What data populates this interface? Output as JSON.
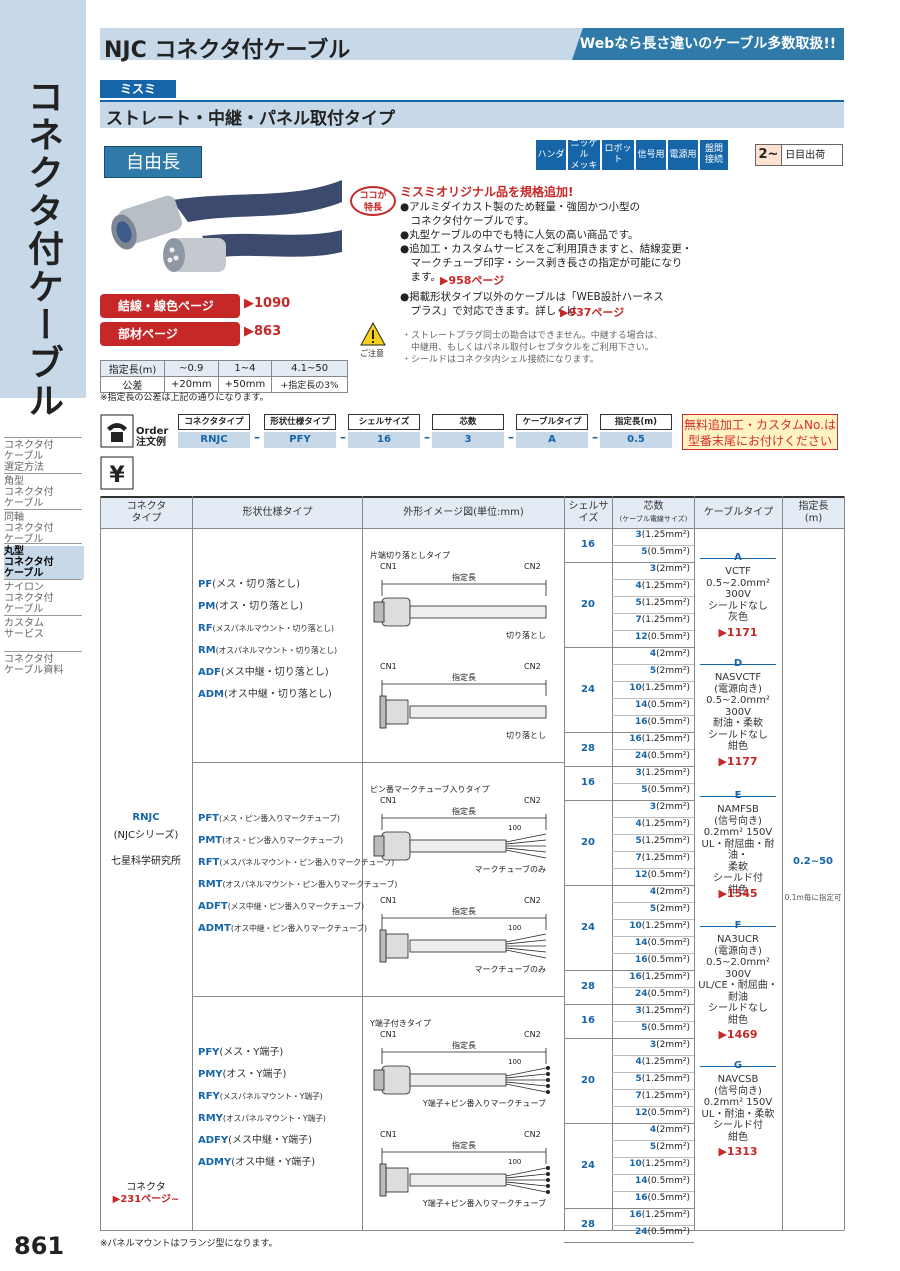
{
  "side": {
    "title": "コネクタ付ケーブル",
    "nav": [
      {
        "label": "コネクタ付\nケーブル\n選定方法",
        "active": false
      },
      {
        "label": "角型\nコネクタ付\nケーブル",
        "active": false
      },
      {
        "label": "同軸\nコネクタ付\nケーブル",
        "active": false
      },
      {
        "label": "丸型\nコネクタ付\nケーブル",
        "active": true
      },
      {
        "label": "ナイロン\nコネクタ付\nケーブル",
        "active": false
      },
      {
        "label": "カスタム\nサービス",
        "active": false
      },
      {
        "label": "コネクタ付\nケーブル資料",
        "active": false
      }
    ],
    "page_number": "861"
  },
  "header": {
    "title": "NJC コネクタ付ケーブル",
    "banner": "Webなら長さ違いのケーブル多数取扱!!",
    "brand": "ミスミ",
    "subtitle": "ストレート・中継・パネル取付タイプ"
  },
  "product": {
    "badge": "自由長",
    "wire_color_label": "結線・線色ページ",
    "wire_color_page": "1090",
    "parts_label": "部材ページ",
    "parts_page": "863"
  },
  "tags": [
    "ハンダ",
    "ニッケル\nメッキ",
    "ロボット",
    "信号用",
    "電源用",
    "盤間\n接続"
  ],
  "shipping": {
    "days": "2~",
    "label": "日目出荷"
  },
  "feature": {
    "badge": "ココが\n特長",
    "heading": "ミスミオリジナル品を規格追加!",
    "lines": [
      "●アルミダイカスト製のため軽量・強固かつ小型の\n　コネクタ付ケーブルです。",
      "●丸型ケーブルの中でも特に人気の高い商品です。",
      "●追加工・カスタムサービスをご利用頂きますと、結線変更・\n　マークチューブ印字・シース剥き長さの指定が可能になり\n　ます。",
      "●掲載形状タイプ以外のケーブルは「WEB設計ハーネス\n　プラス」で対応できます。詳しくは"
    ],
    "ref1": "958ページ",
    "ref2": "937ページ"
  },
  "caution": {
    "label": "ご注意",
    "lines": "・ストレートプラグ同士の勘合はできません。中継する場合は、\n　中継用、もしくはパネル取付レセプタクルをご利用下さい。\n・シールドはコネクタ内シェル接続になります。"
  },
  "tolerance": {
    "headers": [
      "指定長(m)",
      "~0.9",
      "1~4",
      "4.1~50"
    ],
    "row": [
      "公差",
      "+20mm",
      "+50mm",
      "+指定長の3%"
    ],
    "note": "※指定長の公差は上記の通りになります。"
  },
  "order": {
    "label": "Order\n注文例",
    "fields": [
      {
        "header": "コネクタタイプ",
        "value": "RNJC"
      },
      {
        "header": "形状仕様タイプ",
        "value": "PFY"
      },
      {
        "header": "シェルサイズ",
        "value": "16"
      },
      {
        "header": "芯数",
        "value": "3"
      },
      {
        "header": "ケーブルタイプ",
        "value": "A"
      },
      {
        "header": "指定長(m)",
        "value": "0.5"
      }
    ],
    "note": "無料追加工・カスタムNo.は\n型番末尾にお付けください"
  },
  "table": {
    "headers": [
      "コネクタ\nタイプ",
      "形状仕様タイプ",
      "外形イメージ図(単位:mm)",
      "シェルサイズ",
      "芯数",
      "(ケーブル電線サイズ)",
      "ケーブルタイプ",
      "指定長\n(m)"
    ],
    "connector": {
      "code": "RNJC",
      "series": "(NJCシリーズ)",
      "maker": "七星科学研究所",
      "link_label": "コネクタ",
      "link_page": "231ページ~"
    },
    "groups": [
      {
        "fig_title": "片端切り落としタイプ",
        "types": [
          {
            "code": "PF",
            "desc": "(メス・切り落とし)"
          },
          {
            "code": "PM",
            "desc": "(オス・切り落とし)"
          },
          {
            "code": "RF",
            "desc": "(メスパネルマウント・切り落とし)"
          },
          {
            "code": "RM",
            "desc": "(オスパネルマウント・切り落とし)"
          },
          {
            "code": "ADF",
            "desc": "(メス中継・切り落とし)"
          },
          {
            "code": "ADM",
            "desc": "(オス中継・切り落とし)"
          }
        ],
        "fig_bottom": "切り落とし"
      },
      {
        "fig_title": "ピン番マークチューブ入りタイプ",
        "types": [
          {
            "code": "PFT",
            "desc": "(メス・ピン番入りマークチューブ)"
          },
          {
            "code": "PMT",
            "desc": "(オス・ピン番入りマークチューブ)"
          },
          {
            "code": "RFT",
            "desc": "(メスパネルマウント・ピン番入りマークチューブ)"
          },
          {
            "code": "RMT",
            "desc": "(オスパネルマウント・ピン番入りマークチューブ)"
          },
          {
            "code": "ADFT",
            "desc": "(メス中継・ピン番入りマークチューブ)"
          },
          {
            "code": "ADMT",
            "desc": "(オス中継・ピン番入りマークチューブ)"
          }
        ],
        "fig_bottom": "マークチューブのみ"
      },
      {
        "fig_title": "Y端子付きタイプ",
        "types": [
          {
            "code": "PFY",
            "desc": "(メス・Y端子)"
          },
          {
            "code": "PMY",
            "desc": "(オス・Y端子)"
          },
          {
            "code": "RFY",
            "desc": "(メスパネルマウント・Y端子)"
          },
          {
            "code": "RMY",
            "desc": "(オスパネルマウント・Y端子)"
          },
          {
            "code": "ADFY",
            "desc": "(メス中継・Y端子)"
          },
          {
            "code": "ADMY",
            "desc": "(オス中継・Y端子)"
          }
        ],
        "fig_bottom": "Y端子+ピン番入りマークチューブ"
      }
    ],
    "fig_labels": {
      "cn1": "CN1",
      "cn2": "CN2",
      "length": "指定長",
      "dim": "100"
    },
    "shells": [
      {
        "size": "16",
        "cores": [
          [
            "3",
            "(1.25mm²)"
          ],
          [
            "5",
            "(0.5mm²)"
          ]
        ]
      },
      {
        "size": "20",
        "cores": [
          [
            "3",
            "(2mm²)"
          ],
          [
            "4",
            "(1.25mm²)"
          ],
          [
            "5",
            "(1.25mm²)"
          ],
          [
            "7",
            "(1.25mm²)"
          ],
          [
            "12",
            "(0.5mm²)"
          ]
        ]
      },
      {
        "size": "24",
        "cores": [
          [
            "4",
            "(2mm²)"
          ],
          [
            "5",
            "(2mm²)"
          ],
          [
            "10",
            "(1.25mm²)"
          ],
          [
            "14",
            "(0.5mm²)"
          ],
          [
            "16",
            "(0.5mm²)"
          ]
        ]
      },
      {
        "size": "28",
        "cores": [
          [
            "16",
            "(1.25mm²)"
          ],
          [
            "24",
            "(0.5mm²)"
          ]
        ]
      }
    ],
    "cables": [
      {
        "code": "A",
        "desc": "VCTF\n0.5~2.0mm²\n300V\nシールドなし\n灰色",
        "page": "1171"
      },
      {
        "code": "D",
        "desc": "NASVCTF\n(電源向き)\n0.5~2.0mm²\n300V\n耐油・柔軟\nシールドなし\n紺色",
        "page": "1177"
      },
      {
        "code": "E",
        "desc": "NAMFSB\n(信号向き)\n0.2mm² 150V\nUL・耐屈曲・耐油・\n柔軟\nシールド付\n紺色",
        "page": "1545"
      },
      {
        "code": "F",
        "desc": "NA3UCR\n(電源向き)\n0.5~2.0mm²\n300V\nUL/CE・耐屈曲・\n耐油\nシールドなし\n紺色",
        "page": "1469"
      },
      {
        "code": "G",
        "desc": "NAVCSB\n(信号向き)\n0.2mm² 150V\nUL・耐油・柔軟\nシールド付\n紺色",
        "page": "1313"
      }
    ],
    "length": {
      "range": "0.2~50",
      "note": "0.1m毎に指定可"
    }
  },
  "footnote": "※パネルマウントはフランジ型になります。"
}
